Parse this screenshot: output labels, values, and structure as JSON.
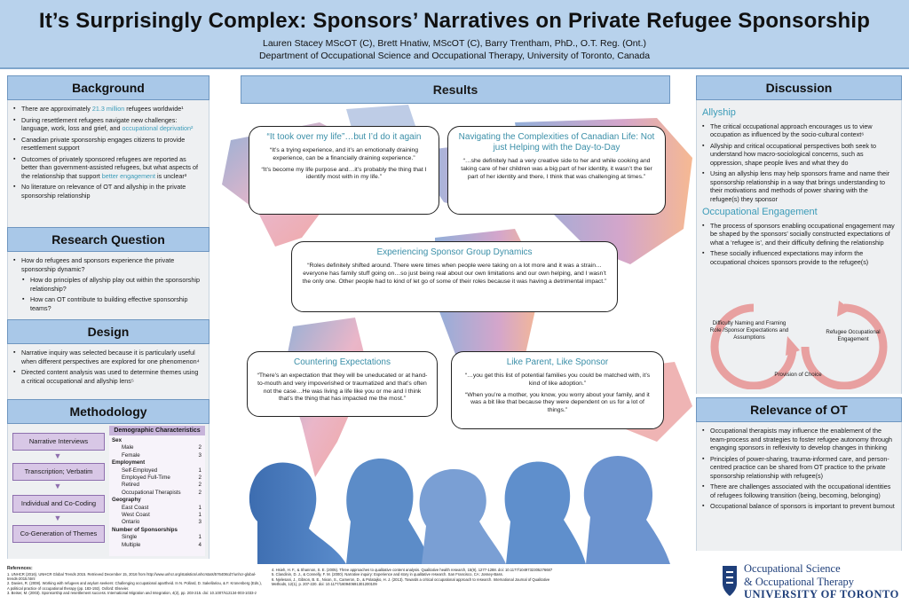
{
  "header": {
    "title": "It’s Surprisingly Complex: Sponsors’ Narratives on Private Refugee Sponsorship",
    "authors": "Lauren Stacey MScOT (C), Brett Hnatiw, MScOT (C), Barry Trentham, PhD., O.T. Reg. (Ont.)",
    "department": "Department of Occupational Science and Occupational Therapy, University of Toronto, Canada"
  },
  "background": {
    "title": "Background",
    "items": [
      {
        "pre": "There are approximately ",
        "hl": "21.3 million",
        "post": " refugees worldwide¹"
      },
      {
        "pre": "During resettlement refugees navigate new challenges: language, work, loss and grief, and ",
        "hl": "occupational deprivation²",
        "post": ""
      },
      {
        "pre": "Canadian private sponsorship engages citizens to provide resettlement support",
        "hl": "",
        "post": ""
      },
      {
        "pre": "Outcomes of privately sponsored refugees are reported as better than government-assisted refugees, but what aspects of the relationship that support ",
        "hl": "better engagement",
        "post": " is unclear³"
      },
      {
        "pre": "No literature on relevance of OT and allyship in the private sponsorship relationship",
        "hl": "",
        "post": ""
      }
    ]
  },
  "research_question": {
    "title": "Research Question",
    "main": "How do refugees and sponsors experience the private sponsorship dynamic?",
    "subs": [
      "How do principles of allyship play out within the sponsorship relationship?",
      "How can OT contribute to building effective sponsorship teams?"
    ]
  },
  "design": {
    "title": "Design",
    "items": [
      "Narrative inquiry was selected because it is particularly useful when different perspectives are explored for one phenomenon⁴",
      "Directed content analysis was used to determine themes using a critical occupational and allyship lens⁵"
    ]
  },
  "methodology": {
    "title": "Methodology",
    "steps": [
      "Narrative Interviews",
      "Transcription; Verbatim",
      "Individual and Co-Coding",
      "Co-Generation of Themes"
    ],
    "demographics": {
      "title": "Demographic Characteristics",
      "rows": [
        {
          "label": "Sex",
          "value": "",
          "cat": true
        },
        {
          "label": "Male",
          "value": "2",
          "cat": false
        },
        {
          "label": "Female",
          "value": "3",
          "cat": false
        },
        {
          "label": "Employment",
          "value": "",
          "cat": true
        },
        {
          "label": "Self-Employed",
          "value": "1",
          "cat": false
        },
        {
          "label": "Employed Full-Time",
          "value": "2",
          "cat": false
        },
        {
          "label": "Retired",
          "value": "2",
          "cat": false
        },
        {
          "label": "Occupational Therapists",
          "value": "2",
          "cat": false
        },
        {
          "label": "Geography",
          "value": "",
          "cat": true
        },
        {
          "label": "East Coast",
          "value": "1",
          "cat": false
        },
        {
          "label": "West Coast",
          "value": "1",
          "cat": false
        },
        {
          "label": "Ontario",
          "value": "3",
          "cat": false
        },
        {
          "label": "Number of Sponsorships",
          "value": "",
          "cat": true
        },
        {
          "label": "Single",
          "value": "1",
          "cat": false
        },
        {
          "label": "Multiple",
          "value": "4",
          "cat": false
        }
      ]
    }
  },
  "results": {
    "title": "Results",
    "bubbles": [
      {
        "title": "“It took over my life”…but I’d do it again",
        "quotes": [
          "“It’s a trying experience, and it’s an emotionally draining experience, can be a financially draining experience.”",
          "“It’s become my life purpose and…it’s probably the thing that I identify most with in my life.”"
        ]
      },
      {
        "title": "Navigating the Complexities of Canadian Life: Not just Helping with the Day-to-Day",
        "quotes": [
          "“…she definitely had a very creative side to her and while cooking and taking care of her children was a big part of her identity, it wasn’t the tier part of her identity and there, I think that was challenging at times.”"
        ]
      },
      {
        "title": "Experiencing Sponsor Group Dynamics",
        "quotes": [
          "“Roles definitely shifted around. There were times when people were taking on a lot more and it was a strain… everyone has family stuff going on…so just being real about our own limitations and our own helping, and I wasn’t the only one. Other people had to kind of let go of some of their roles because it was having a detrimental impact.”"
        ]
      },
      {
        "title": "Countering Expectations",
        "quotes": [
          "“There’s an expectation that they will be uneducated or at hand-to-mouth and very impoverished or traumatized and that’s often not the case…He was living a life like you or me and I think that’s the thing that has impacted me the most.”"
        ]
      },
      {
        "title": "Like Parent, Like Sponsor",
        "quotes": [
          "“…you get this list of potential families you could be matched with, it’s kind of like adoption.”",
          "“When you’re a mother, you know, you worry about your family, and it was a bit like that because they were dependent on us for a lot of things.”"
        ]
      }
    ]
  },
  "discussion": {
    "title": "Discussion",
    "allyship_title": "Allyship",
    "allyship_items": [
      "The critical occupational approach encourages us to view occupation as influenced by the socio-cultural context⁶",
      "Allyship and critical occupational perspectives both seek to understand how macro-sociological concerns, such as oppression, shape people lives and what they do",
      "Using an allyship lens may help sponsors frame and name their sponsorship relationship in a way that brings understanding to their motivations and methods of power sharing with the refugee(s) they sponsor"
    ],
    "engagement_title": "Occupational Engagement",
    "engagement_items": [
      "The process of sponsors enabling occupational engagement may be shaped by the sponsors’ socially constructed expectations of what a ‘refugee is’, and their difficulty defining the relationship",
      "These socially influenced expectations may inform the occupational choices sponsors provide to the refugee(s)"
    ],
    "diagram": {
      "left": "Difficulty Naming and Framing Role /Sponsor Expectations and Assumptions",
      "right": "Refugee Occupational Engagement",
      "bottom": "Provision of Choice"
    }
  },
  "relevance": {
    "title": "Relevance of OT",
    "items": [
      "Occupational therapists may influence the enablement of the team-process and strategies to foster refugee autonomy through engaging sponsors in reflexivity to develop changes in thinking",
      "Principles of power-sharing, trauma-informed care, and person-centred practice can be shared from OT practice to the private sponsorship relationship with refugee(s)",
      "There are challenges associated with the occupational identities of refugees following transition (being, becoming, belonging)",
      "Occupational balance of sponsors is important to prevent burnout"
    ]
  },
  "references": {
    "title": "References:",
    "left": [
      "1. UNHCR (2016). UNHCR Global Trends 2015. Retrieved December 15, 2016 from http://www.unhcr.org/statistics/unhcrstats/576408cd7/unhcr-global-trends-2015.html",
      "2. Davies, R. (2008). Working with refugees and asylum seekers: Challenging occupational apartheid. In N. Pollard, D. Sakellariou, & F. Kronenberg (Eds.), A political practice of occupational therapy (pp. 183-192). Oxford: Elsevier.",
      "3. Beiser, M. (2003). Sponsorship and resettlement success. International Migration and Integration, 4(2), pp. 203-215. doi: 10.1007/s12134-003-1033-z"
    ],
    "right": [
      "4. Hsieh, H. F., & Shannon, S. E. (2005). Three approaches to qualitative content analysis. Qualitative health research, 15(9), 1277-1288. doi: 10.1177/1049732305276687",
      "5. Clandinin, D. J., & Connelly, F. M. (2000). Narrative inquiry: Experience and story in qualitative research. San Francisco, CA: Jossey-Bass.",
      "6. Njelesani, J., Gibson, B. E., Nixon, S., Cameron, D., & Polatajko, H. J. (2013). Towards a critical occupational approach to research. International Journal of Qualitative Methods, 12(1), p. 207-220. doi: 10.1177/160940691301200109"
    ]
  },
  "logo": {
    "line1": "Occupational Science",
    "line2": "& Occupational Therapy",
    "line3": "UNIVERSITY OF TORONTO"
  },
  "colors": {
    "header_bg": "#b8d2ec",
    "section_title_bg": "#a9c8e8",
    "highlight": "#3b9bb8",
    "flow_box": "#d8c7e6",
    "cycle_arrow": "#e8a0a0"
  }
}
